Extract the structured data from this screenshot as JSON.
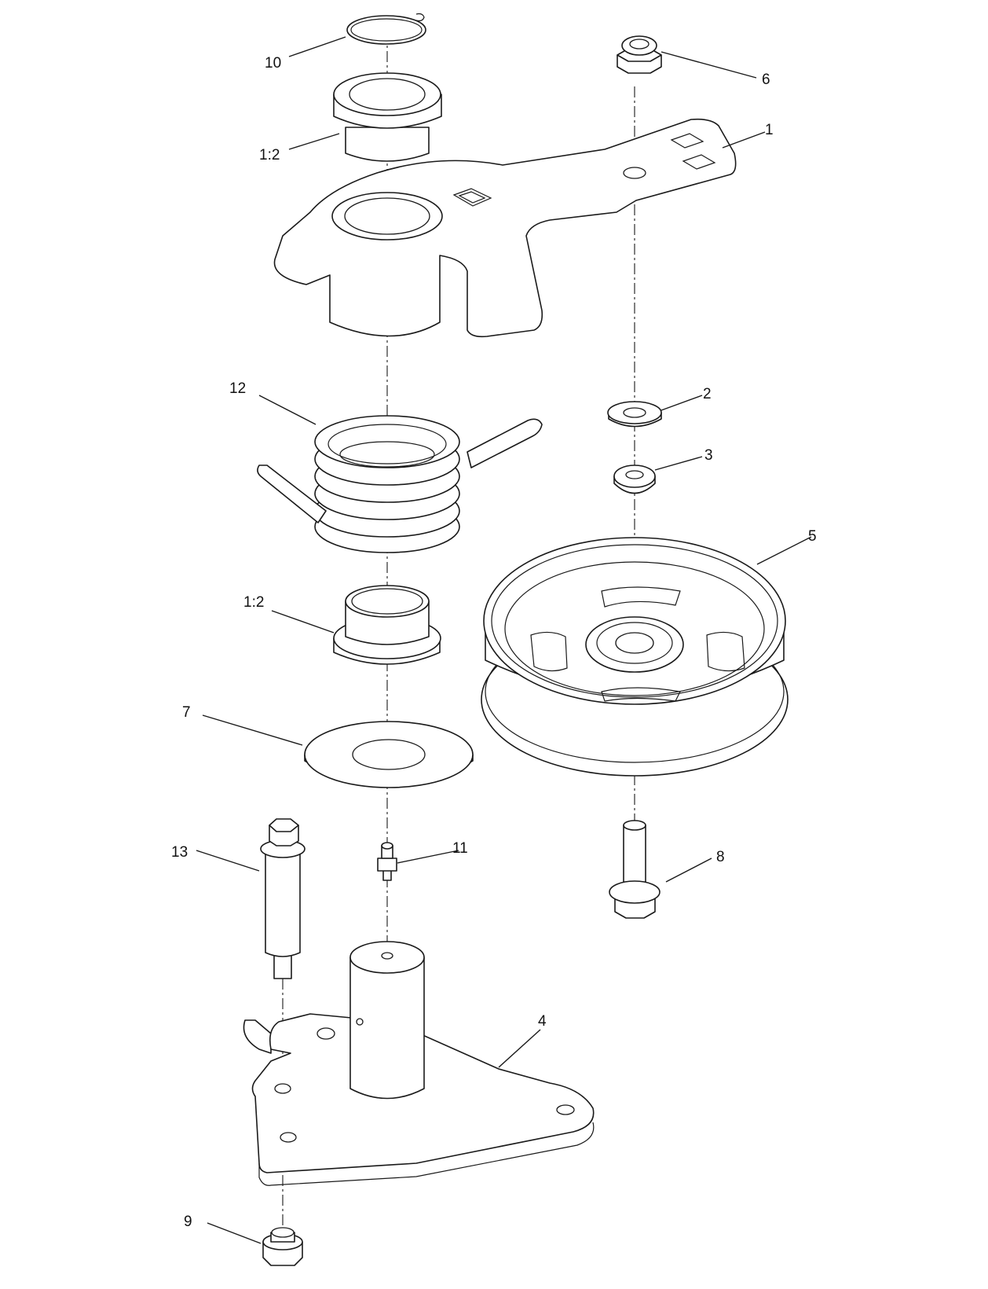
{
  "callouts": {
    "c1": "1",
    "c2": "2",
    "c3": "3",
    "c4": "4",
    "c5": "5",
    "c6": "6",
    "c7": "7",
    "c8": "8",
    "c9": "9",
    "c10": "10",
    "c11": "11",
    "c12": "12",
    "c13": "13",
    "c1_2_upper": "1:2",
    "c1_2_lower": "1:2"
  }
}
